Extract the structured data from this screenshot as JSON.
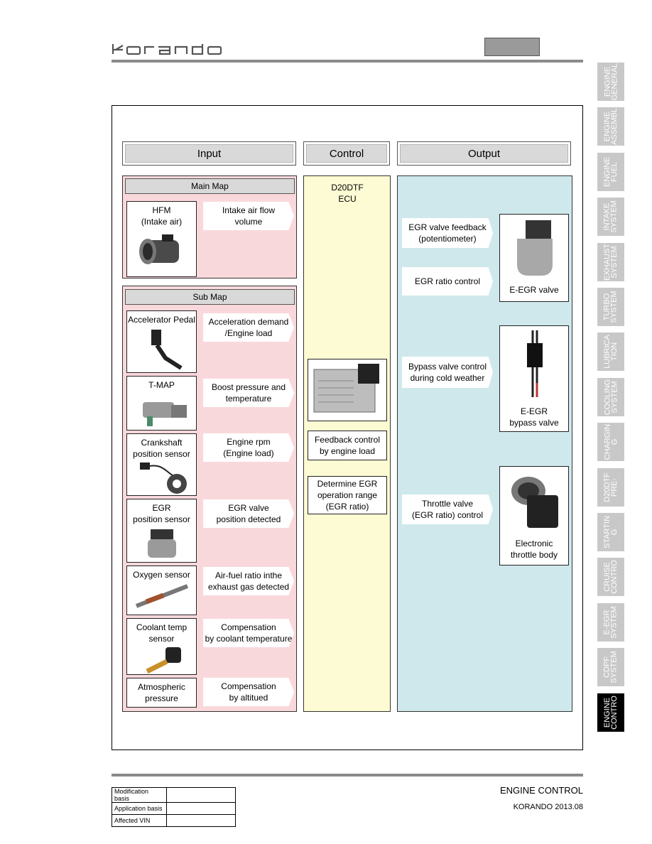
{
  "brand": "korando",
  "columns": {
    "input": "Input",
    "control": "Control",
    "output": "Output"
  },
  "main_map": {
    "title": "Main Map",
    "items": [
      {
        "sensor": "HFM\n(Intake air)",
        "signal": "Intake air flow\nvolume"
      }
    ]
  },
  "sub_map": {
    "title": "Sub Map",
    "items": [
      {
        "sensor": "Accelerator Pedal",
        "signal": "Acceleration demand\n/Engine load"
      },
      {
        "sensor": "T-MAP",
        "signal": "Boost pressure and\ntemperature"
      },
      {
        "sensor": "Crankshaft\nposition sensor",
        "signal": "Engine rpm\n(Engine load)"
      },
      {
        "sensor": "EGR\nposition sensor",
        "signal": "EGR valve\nposition detected"
      },
      {
        "sensor": "Oxygen sensor",
        "signal": "Air-fuel ratio inthe\nexhaust gas detected"
      },
      {
        "sensor": "Coolant temp\nsensor",
        "signal": "Compensation\nby coolant temperature"
      },
      {
        "sensor": "Atmospheric\npressure",
        "signal": "Compensation\nby altitued"
      }
    ]
  },
  "control": {
    "ecu": "D20DTF\nECU",
    "feedback": "Feedback control\nby engine load",
    "determine": "Determine EGR\noperation range\n(EGR ratio)"
  },
  "output": {
    "signals": [
      "EGR valve feedback\n(potentiometer)",
      "EGR ratio control",
      "Bypass valve control\nduring cold weather",
      "Throttle valve\n(EGR ratio) control"
    ],
    "devices": [
      "E-EGR valve",
      "E-EGR\nbypass valve",
      "Electronic\nthrottle body"
    ]
  },
  "side_tabs": [
    {
      "label": "ENGINE\nGENERAL",
      "active": false
    },
    {
      "label": "ENGINE\nASSEMBL",
      "active": false
    },
    {
      "label": "ENGINE\nFUEL",
      "active": false
    },
    {
      "label": "INTAKE\nSYSTEM",
      "active": false
    },
    {
      "label": "EXHAUST\nSYSTEM",
      "active": false
    },
    {
      "label": "TURBO\nSYSTEM",
      "active": false
    },
    {
      "label": "LUBRICA\nTION",
      "active": false
    },
    {
      "label": "COOLING\nSYSTEM",
      "active": false
    },
    {
      "label": "CHARGIN\nG",
      "active": false
    },
    {
      "label": "D20DTF\nPRE-",
      "active": false
    },
    {
      "label": "STARTIN\nG",
      "active": false
    },
    {
      "label": "CRUISE\nCONTRO",
      "active": false
    },
    {
      "label": "E-EGR\nSYSTEM",
      "active": false
    },
    {
      "label": "CDPF\nSYSTEM",
      "active": false
    },
    {
      "label": "ENGINE\nCONTRO",
      "active": true
    }
  ],
  "modification_table": [
    "Modification basis",
    "Application basis",
    "Affected VIN"
  ],
  "footer": {
    "section": "ENGINE CONTROL",
    "model": "KORANDO 2013.08"
  }
}
